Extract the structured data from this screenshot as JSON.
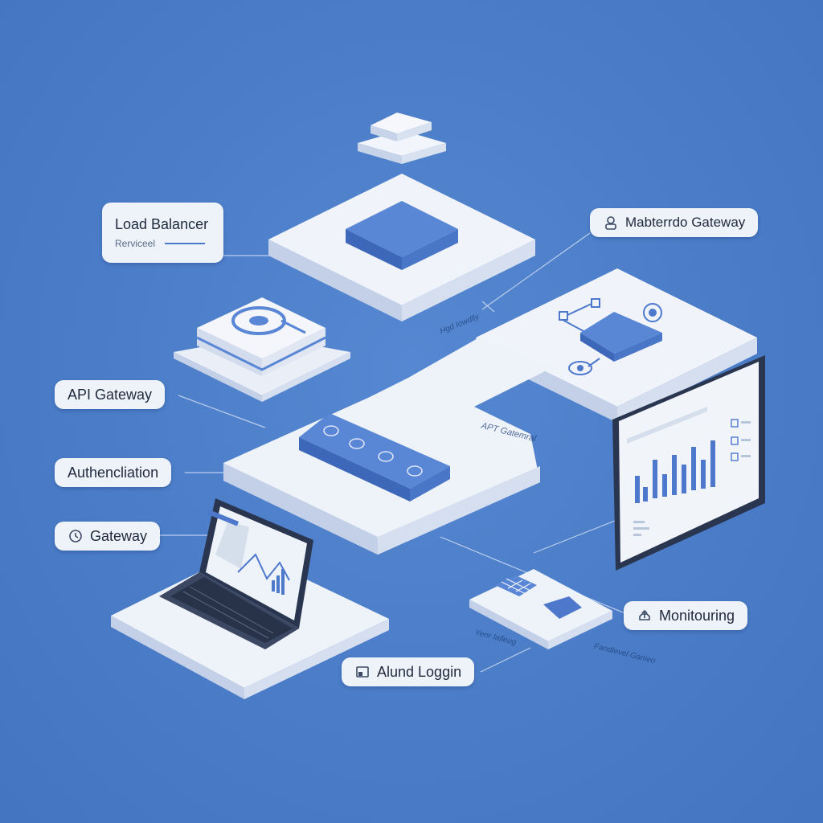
{
  "labels": {
    "load_balancer": {
      "title": "Load Balancer",
      "subtitle": "Rerviceel"
    },
    "gateway_top": "Mabterrdo Gateway",
    "api_gateway": "API Gateway",
    "authentication": "Authencliation",
    "gateway_left": "Gateway",
    "monitoring": "Monitouring",
    "logging": "Alund Loggin"
  },
  "faint_text": {
    "hub": "Hgd Iowdlly",
    "api_central": "APT Gatemral",
    "bottom_left": "Yenr Ialleug",
    "bottom_right": "Fandlevel Ganieo"
  },
  "icons": {
    "gateway_top": "user-icon",
    "gateway_left": "refresh-icon",
    "monitoring": "cloud-upload-icon",
    "logging": "document-icon"
  },
  "colors": {
    "background": "#4a7cc7",
    "platform": "#eef2f9",
    "accent": "#4d78cc",
    "text": "#1e2a3c"
  }
}
